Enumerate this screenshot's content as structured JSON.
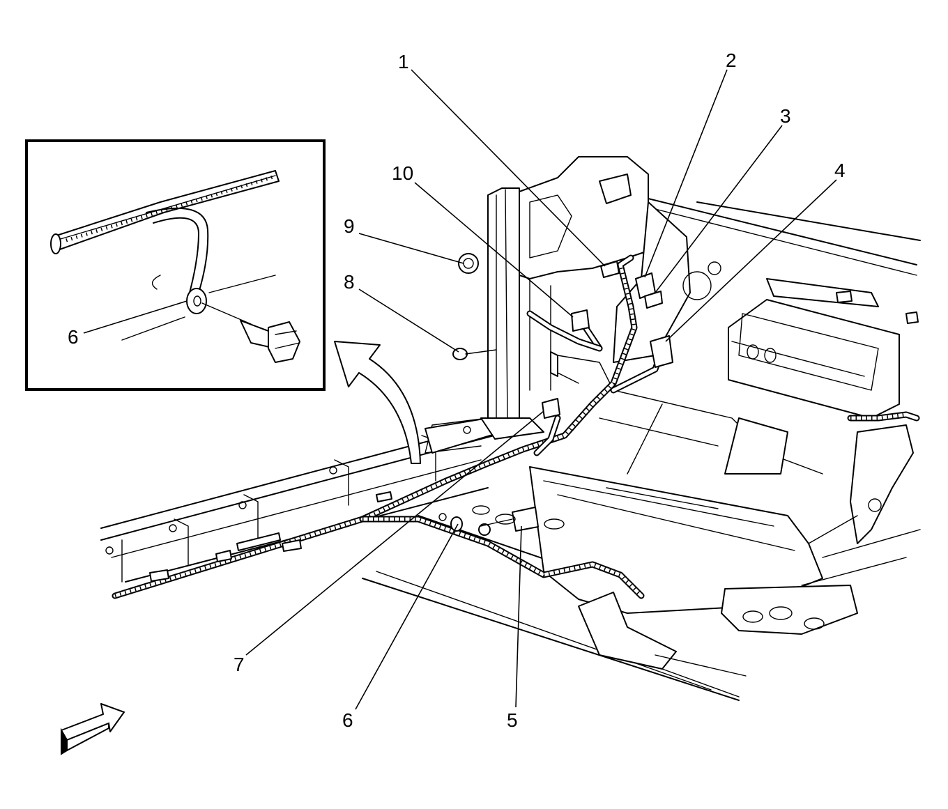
{
  "callouts": [
    {
      "id": "1",
      "label": "1"
    },
    {
      "id": "2",
      "label": "2"
    },
    {
      "id": "3",
      "label": "3"
    },
    {
      "id": "4",
      "label": "4"
    },
    {
      "id": "5",
      "label": "5"
    },
    {
      "id": "6",
      "label": "6"
    },
    {
      "id": "7",
      "label": "7"
    },
    {
      "id": "8",
      "label": "8"
    },
    {
      "id": "9",
      "label": "9"
    },
    {
      "id": "10",
      "label": "10"
    }
  ],
  "inset": {
    "callout_label": "6"
  },
  "icons": {
    "view_arrow": "front-direction-arrow-icon",
    "detail_arrow": "detail-view-arrow-icon"
  }
}
